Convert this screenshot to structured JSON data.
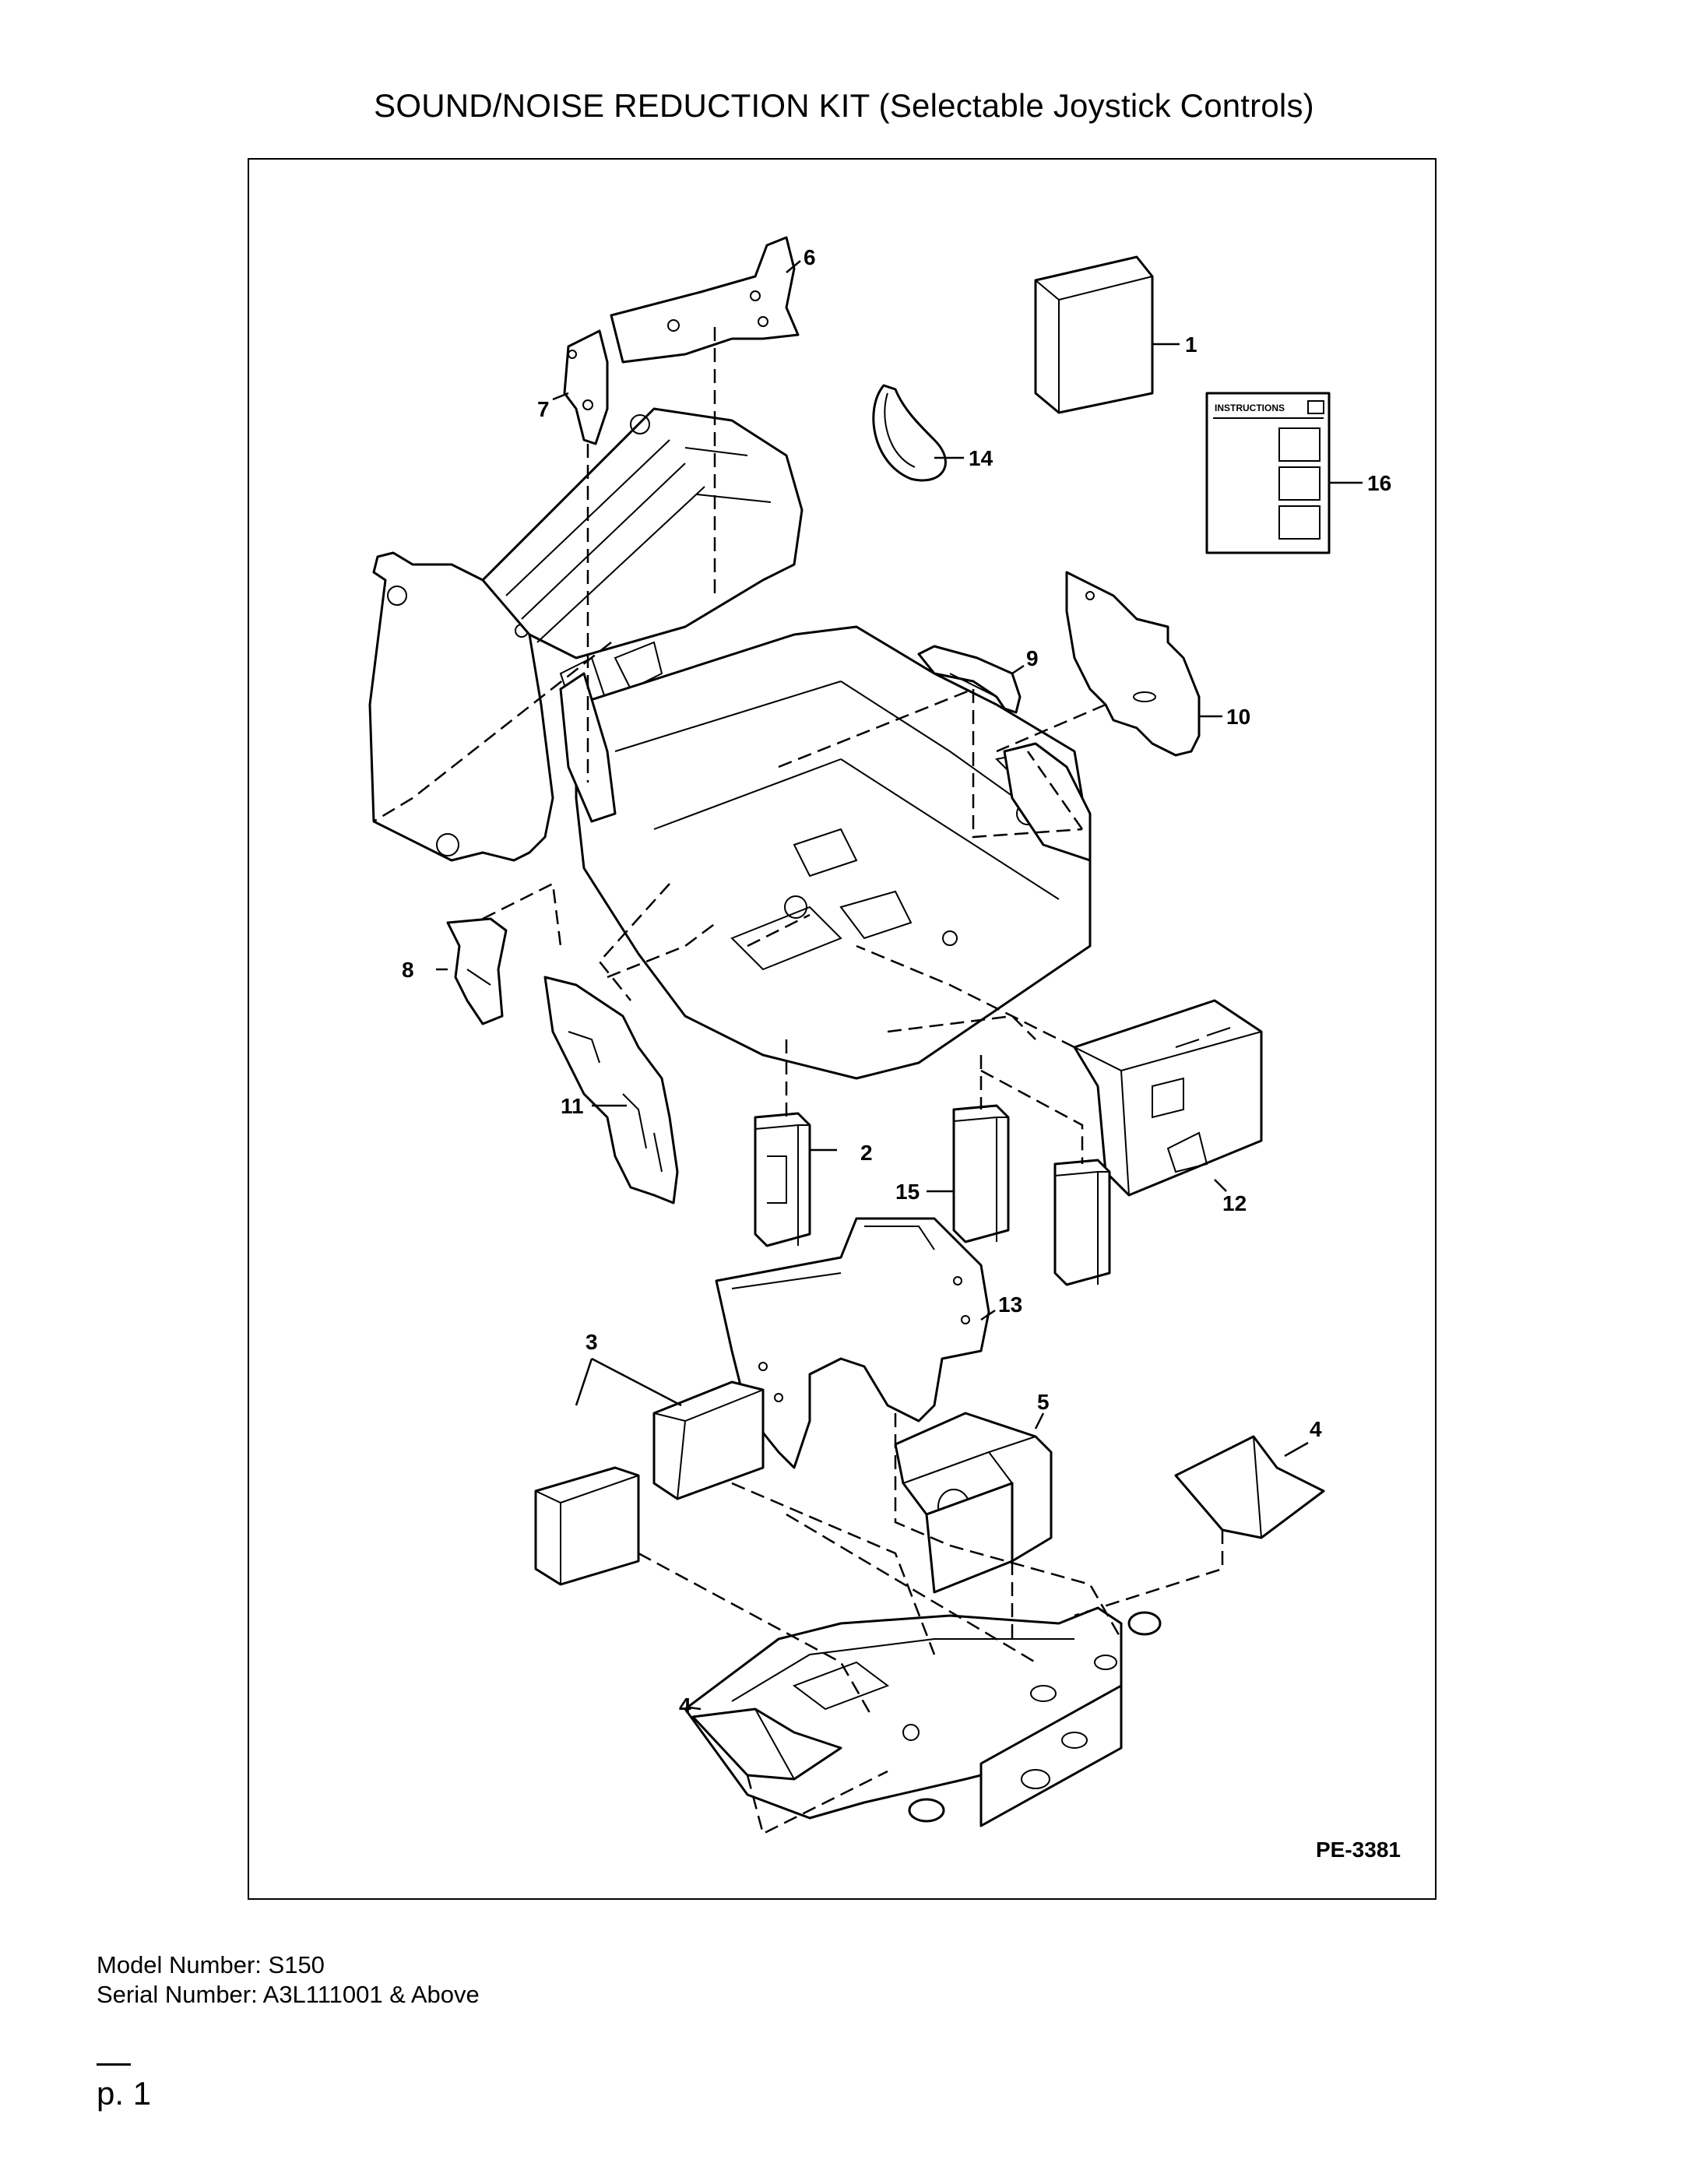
{
  "title": "SOUND/NOISE REDUCTION KIT (Selectable Joystick Controls)",
  "figure_id": "PE-3381",
  "instructions_label": "INSTRUCTIONS",
  "part_callouts": [
    "1",
    "2",
    "3",
    "4",
    "4",
    "5",
    "6",
    "7",
    "8",
    "9",
    "10",
    "11",
    "12",
    "13",
    "14",
    "15",
    "16"
  ],
  "model_number": "Model Number: S150",
  "serial_number": "Serial Number: A3L111001 & Above",
  "page_label": "p. 1"
}
